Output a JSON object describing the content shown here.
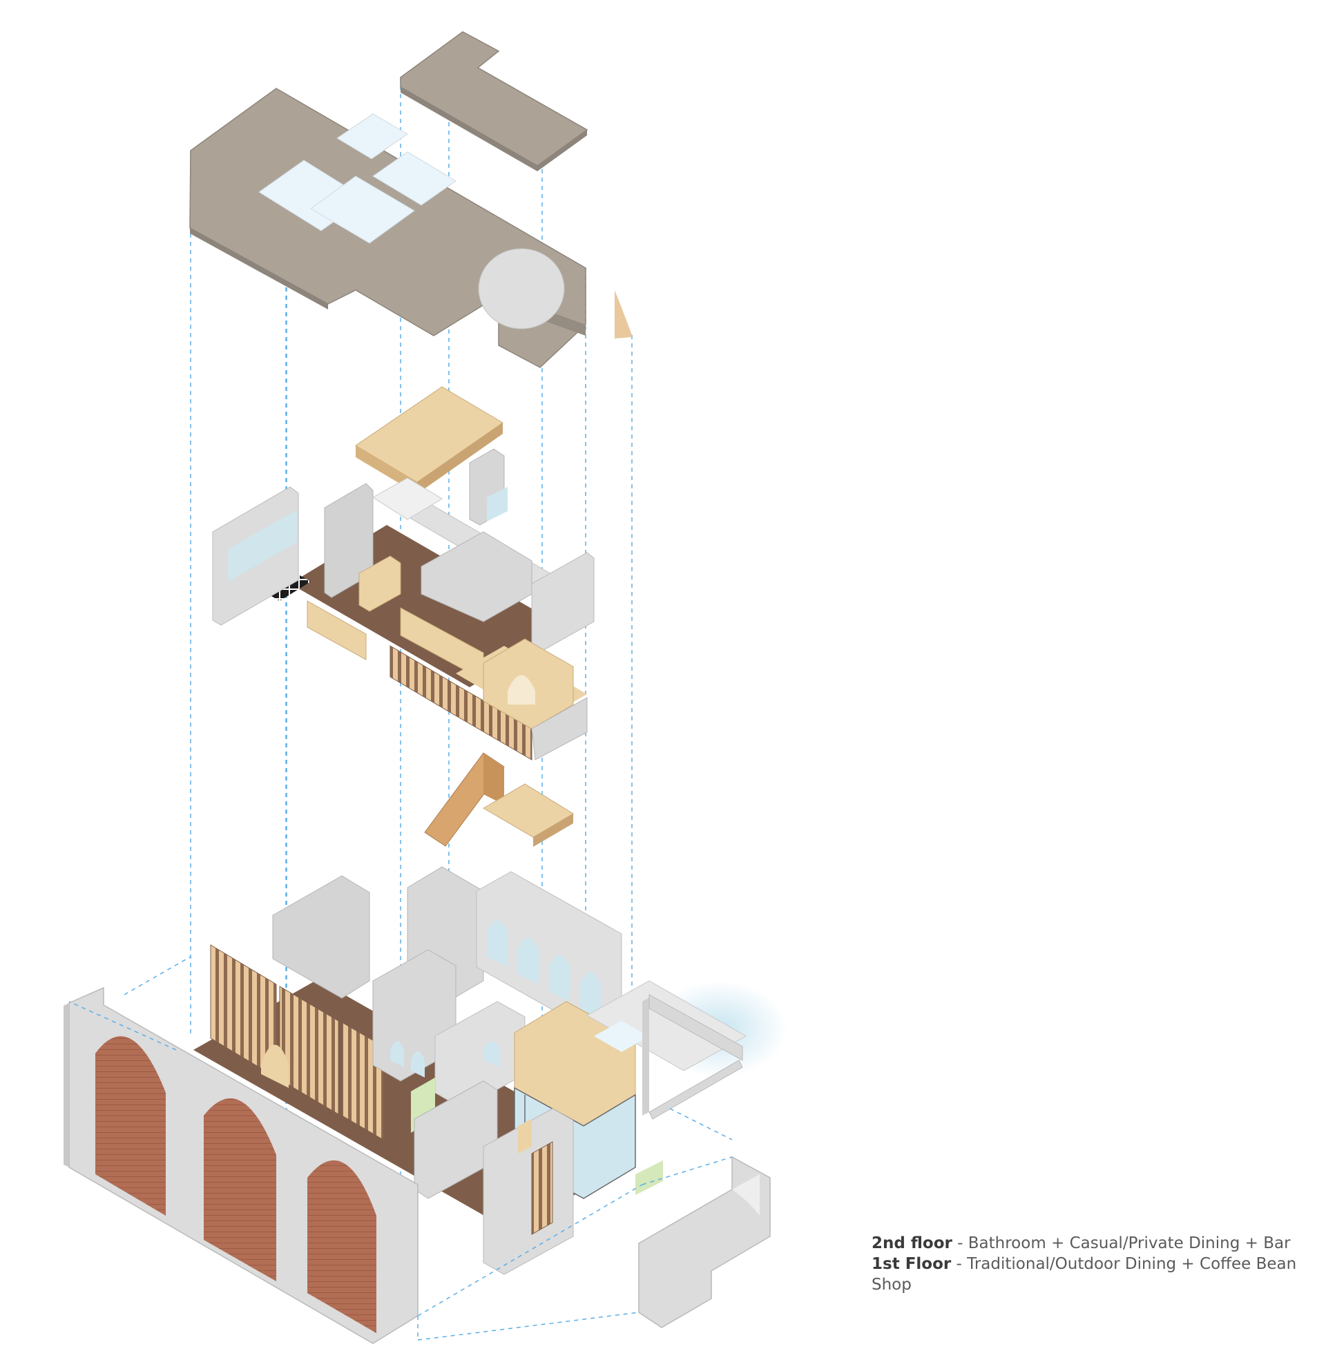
{
  "colors": {
    "guide": "#5aaee8",
    "roof": "#aca296",
    "concrete": "#dcdcdc",
    "wood_light": "#ecd3a5",
    "wood_dark": "#7e5e4a",
    "brick": "#b26e55",
    "skylight": "#eaf5fb",
    "glass": "#cfe6ee",
    "grass": "#d4e8b9"
  },
  "legend": [
    {
      "label": "2nd floor",
      "text": " - Bathroom + Casual/Private Dining + Bar"
    },
    {
      "label": "1st Floor",
      "text": " - Traditional/Outdoor Dining + Coffee Bean Shop"
    }
  ]
}
